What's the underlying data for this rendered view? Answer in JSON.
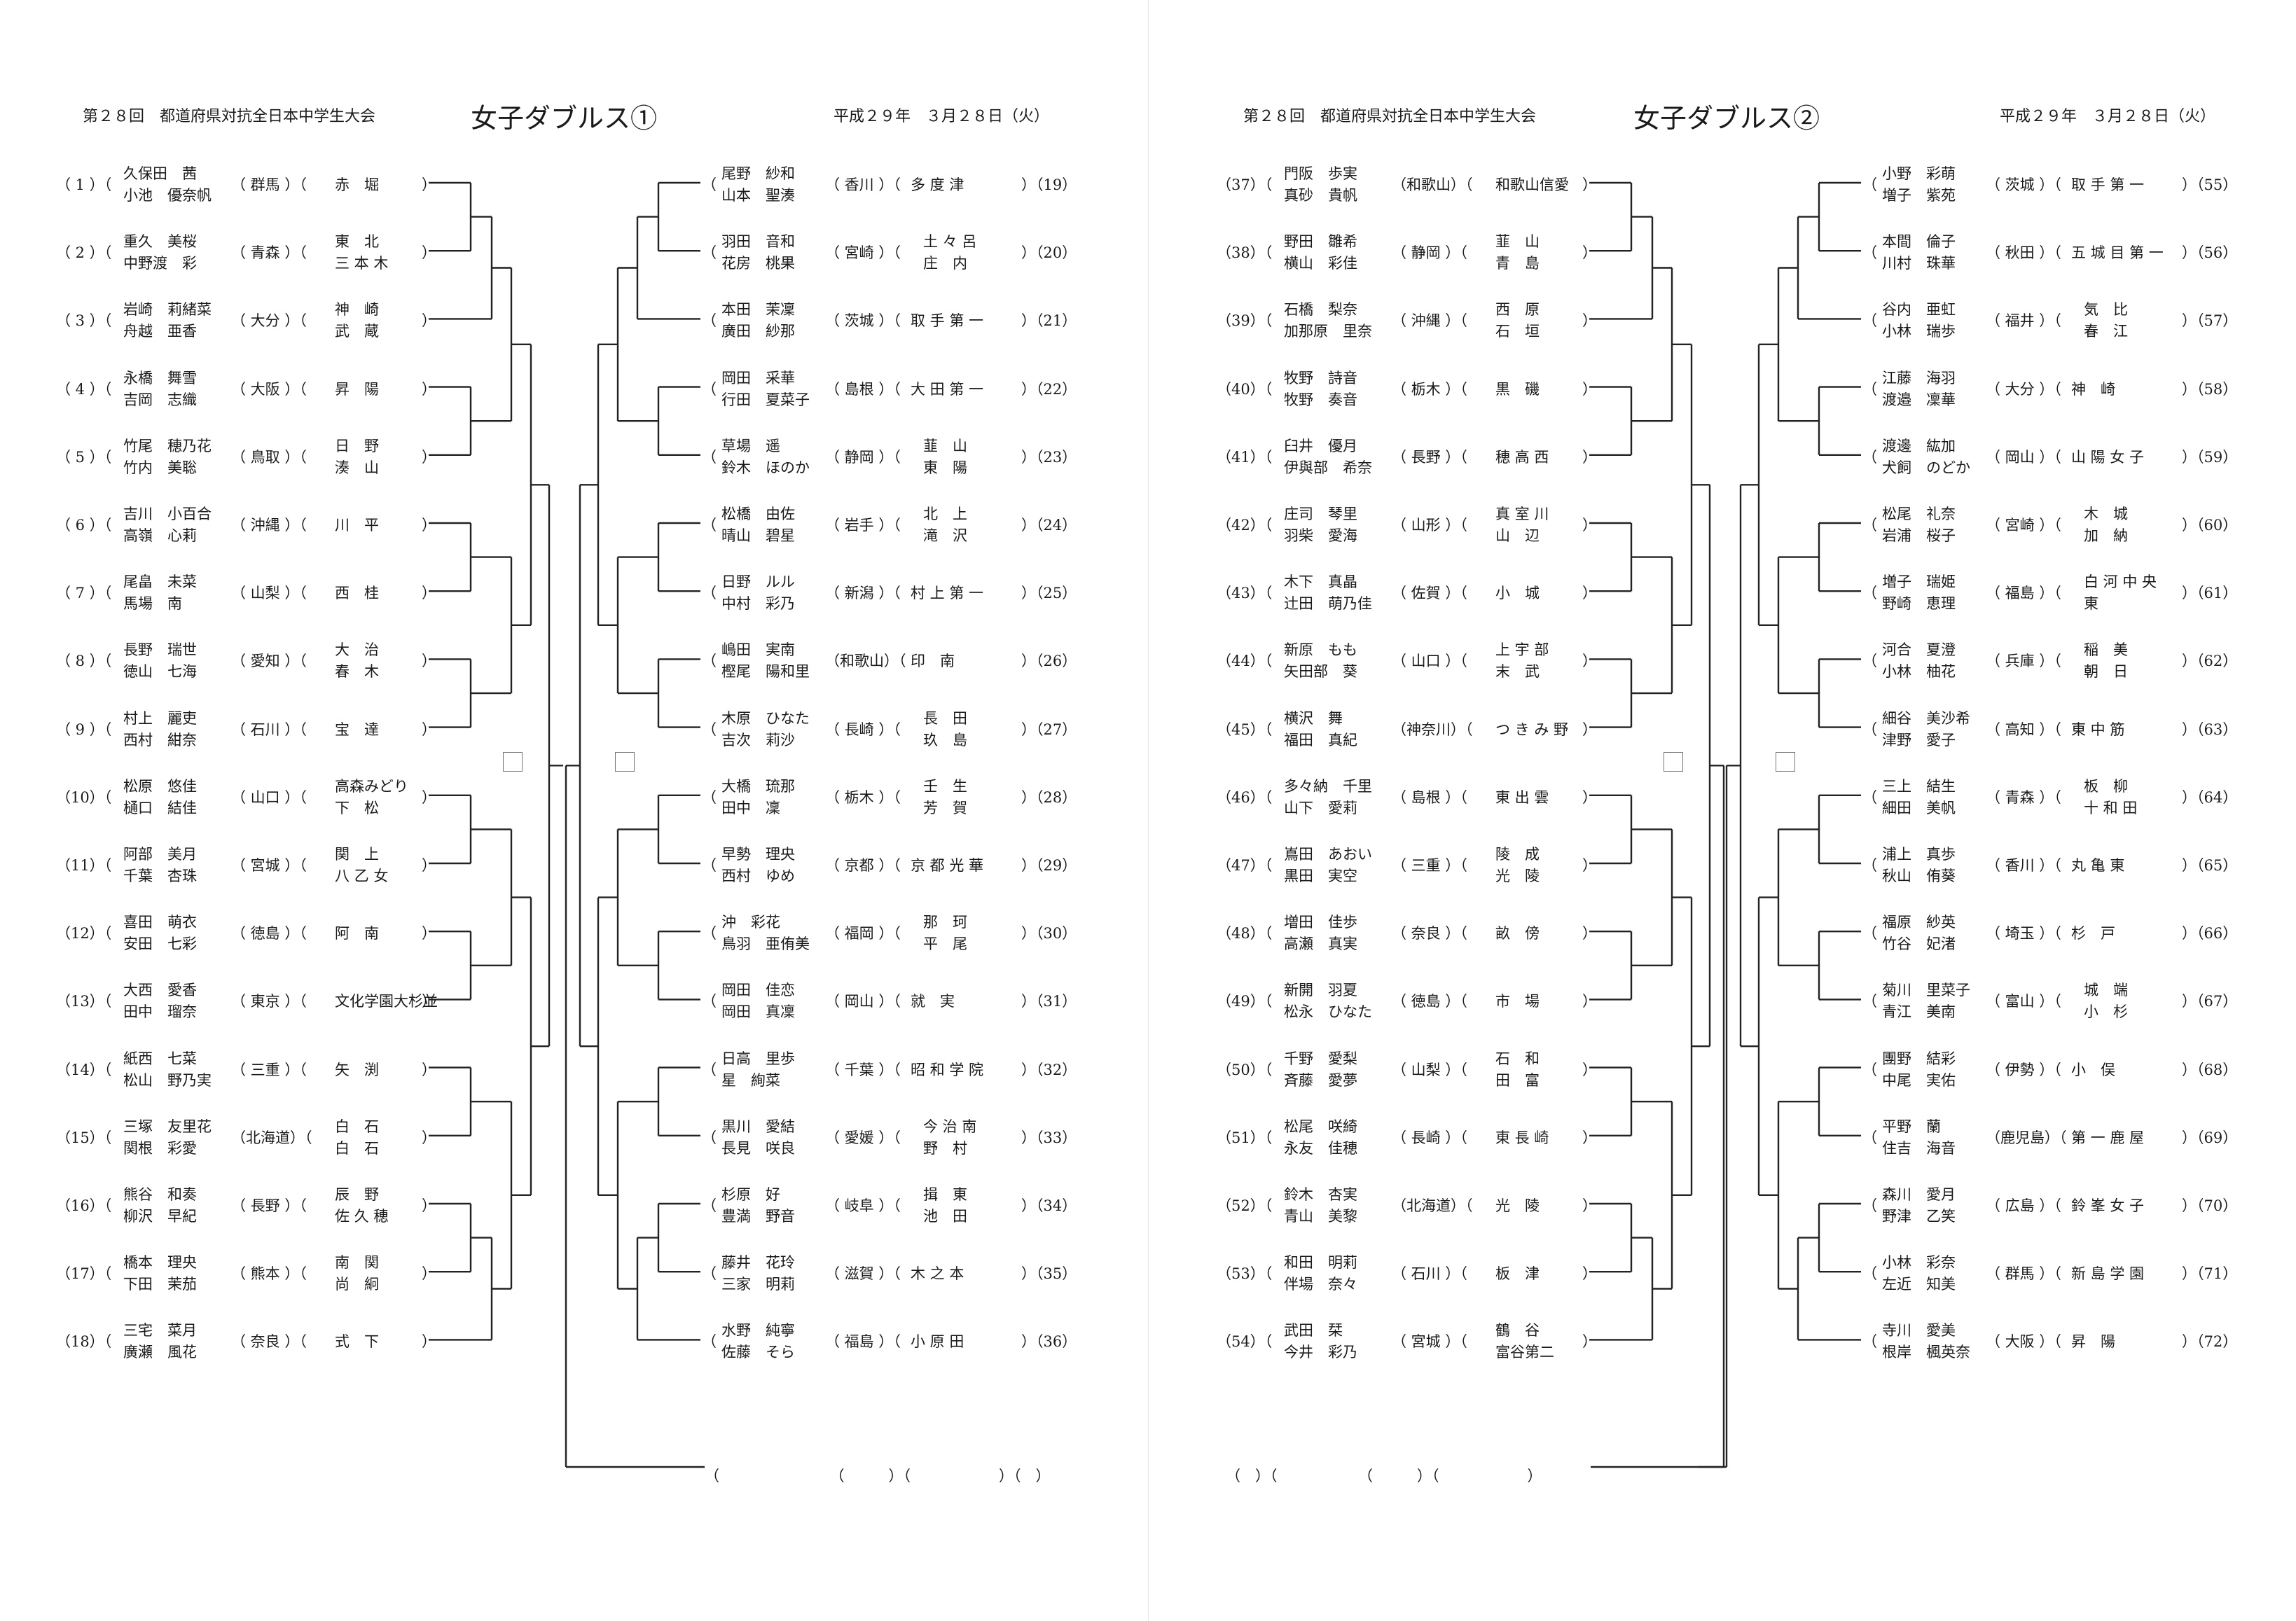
{
  "sheet1": {
    "event": "第２８回　都道府県対抗全日本中学生大会",
    "title": "女子ダブルス①",
    "date": "平成２９年　３月２８日（火）",
    "left": [
      {
        "num": "（ 1 ）（",
        "p1": "久保田　茜",
        "p2": "小池　優奈帆",
        "pref": "（ 群馬 ）（",
        "school": "赤　堀",
        "end": "）"
      },
      {
        "num": "（ 2 ）（",
        "p1": "重久　美桜",
        "p2": "中野渡　彩",
        "pref": "（ 青森 ）（",
        "school": "東　北",
        "school2": "三 本 木",
        "end": "）"
      },
      {
        "num": "（ 3 ）（",
        "p1": "岩崎　莉緒菜",
        "p2": "舟越　亜香",
        "pref": "（ 大分 ）（",
        "school": "神　崎",
        "school2": "武　蔵",
        "end": "）"
      },
      {
        "num": "（ 4 ）（",
        "p1": "永橋　舞雪",
        "p2": "吉岡　志織",
        "pref": "（ 大阪 ）（",
        "school": "昇　陽",
        "end": "）"
      },
      {
        "num": "（ 5 ）（",
        "p1": "竹尾　穂乃花",
        "p2": "竹内　美聡",
        "pref": "（ 鳥取 ）（",
        "school": "日　野",
        "school2": "湊　山",
        "end": "）"
      },
      {
        "num": "（ 6 ）（",
        "p1": "吉川　小百合",
        "p2": "高嶺　心莉",
        "pref": "（ 沖縄 ）（",
        "school": "川　平",
        "end": "）"
      },
      {
        "num": "（ 7 ）（",
        "p1": "尾畠　未菜",
        "p2": "馬場　南",
        "pref": "（ 山梨 ）（",
        "school": "西　桂",
        "end": "）"
      },
      {
        "num": "（ 8 ）（",
        "p1": "長野　瑞世",
        "p2": "徳山　七海",
        "pref": "（ 愛知 ）（",
        "school": "大　治",
        "school2": "春　木",
        "end": "）"
      },
      {
        "num": "（ 9 ）（",
        "p1": "村上　麗吏",
        "p2": "西村　紺奈",
        "pref": "（ 石川 ）（",
        "school": "宝　達",
        "end": "）"
      },
      {
        "num": "（10）（",
        "p1": "松原　悠佳",
        "p2": "樋口　結佳",
        "pref": "（ 山口 ）（",
        "school": "高森みどり",
        "school2": "下　松",
        "end": "）"
      },
      {
        "num": "（11）（",
        "p1": "阿部　美月",
        "p2": "千葉　杏珠",
        "pref": "（ 宮城 ）（",
        "school": "関　上",
        "school2": "八 乙 女",
        "end": "）"
      },
      {
        "num": "（12）（",
        "p1": "喜田　萌衣",
        "p2": "安田　七彩",
        "pref": "（ 徳島 ）（",
        "school": "阿　南",
        "end": "）"
      },
      {
        "num": "（13）（",
        "p1": "大西　愛香",
        "p2": "田中　瑠奈",
        "pref": "（ 東京 ）（",
        "school": "文化学園大杉並",
        "end": "）"
      },
      {
        "num": "（14）（",
        "p1": "紙西　七菜",
        "p2": "松山　野乃実",
        "pref": "（ 三重 ）（",
        "school": "矢　渕",
        "end": "）"
      },
      {
        "num": "（15）（",
        "p1": "三塚　友里花",
        "p2": "関根　彩愛",
        "pref": "（北海道）（",
        "school": "白　石",
        "school2": "白　石",
        "end": "）"
      },
      {
        "num": "（16）（",
        "p1": "熊谷　和奏",
        "p2": "柳沢　早紀",
        "pref": "（ 長野 ）（",
        "school": "辰　野",
        "school2": "佐 久 穂",
        "end": "）"
      },
      {
        "num": "（17）（",
        "p1": "橋本　理央",
        "p2": "下田　茉茄",
        "pref": "（ 熊本 ）（",
        "school": "南　関",
        "school2": "尚　絅",
        "end": "）"
      },
      {
        "num": "（18）（",
        "p1": "三宅　菜月",
        "p2": "廣瀬　風花",
        "pref": "（ 奈良 ）（",
        "school": "式　下",
        "end": "）"
      }
    ],
    "right": [
      {
        "p1": "尾野　紗和",
        "p2": "山本　聖湊",
        "pref": "（ 香川 ）（",
        "school": "多 度 津",
        "num": "）（19）"
      },
      {
        "p1": "羽田　音和",
        "p2": "花房　桃果",
        "pref": "（ 宮崎 ）（",
        "school": "土 々 呂",
        "school2": "庄　内",
        "num": "）（20）"
      },
      {
        "p1": "本田　茉凜",
        "p2": "廣田　紗那",
        "pref": "（ 茨城 ）（",
        "school": "取 手 第 一",
        "num": "）（21）"
      },
      {
        "p1": "岡田　采華",
        "p2": "行田　夏菜子",
        "pref": "（ 島根 ）（",
        "school": "大 田 第 一",
        "num": "）（22）"
      },
      {
        "p1": "草場　遥",
        "p2": "鈴木　ほのか",
        "pref": "（ 静岡 ）（",
        "school": "韮　山",
        "school2": "東　陽",
        "num": "）（23）"
      },
      {
        "p1": "松橋　由佐",
        "p2": "晴山　碧星",
        "pref": "（ 岩手 ）（",
        "school": "北　上",
        "school2": "滝　沢",
        "num": "）（24）"
      },
      {
        "p1": "日野　ルル",
        "p2": "中村　彩乃",
        "pref": "（ 新潟 ）（",
        "school": "村 上 第 一",
        "num": "）（25）"
      },
      {
        "p1": "嶋田　実南",
        "p2": "樫尾　陽和里",
        "pref": "（和歌山）（",
        "school": "印　南",
        "num": "）（26）"
      },
      {
        "p1": "木原　ひなた",
        "p2": "吉次　莉沙",
        "pref": "（ 長崎 ）（",
        "school": "長　田",
        "school2": "玖　島",
        "num": "）（27）"
      },
      {
        "p1": "大橋　琉那",
        "p2": "田中　凜",
        "pref": "（ 栃木 ）（",
        "school": "壬　生",
        "school2": "芳　賀",
        "num": "）（28）"
      },
      {
        "p1": "早勢　理央",
        "p2": "西村　ゆめ",
        "pref": "（ 京都 ）（",
        "school": "京 都 光 華",
        "num": "）（29）"
      },
      {
        "p1": "沖　彩花",
        "p2": "鳥羽　亜侑美",
        "pref": "（ 福岡 ）（",
        "school": "那　珂",
        "school2": "平　尾",
        "num": "）（30）"
      },
      {
        "p1": "岡田　佳恋",
        "p2": "岡田　真凜",
        "pref": "（ 岡山 ）（",
        "school": "就　実",
        "num": "）（31）"
      },
      {
        "p1": "日高　里歩",
        "p2": "星　絢菜",
        "pref": "（ 千葉 ）（",
        "school": "昭 和 学 院",
        "num": "）（32）"
      },
      {
        "p1": "黒川　愛結",
        "p2": "長見　咲良",
        "pref": "（ 愛媛 ）（",
        "school": "今 治 南",
        "school2": "野　村",
        "num": "）（33）"
      },
      {
        "p1": "杉原　好",
        "p2": "豊満　野音",
        "pref": "（ 岐阜 ）（",
        "school": "揖　東",
        "school2": "池　田",
        "num": "）（34）"
      },
      {
        "p1": "藤井　花玲",
        "p2": "三家　明莉",
        "pref": "（ 滋賀 ）（",
        "school": "木 之 本",
        "num": "）（35）"
      },
      {
        "p1": "水野　純寧",
        "p2": "佐藤　そら",
        "pref": "（ 福島 ）（",
        "school": "小 原 田",
        "num": "）（36）"
      }
    ],
    "final_blank": "（　　　　　　　　（　　　）（　　　　　　）（　）"
  },
  "sheet2": {
    "event": "第２８回　都道府県対抗全日本中学生大会",
    "title": "女子ダブルス②",
    "date": "平成２９年　３月２８日（火）",
    "left": [
      {
        "num": "（37）（",
        "p1": "門阪　歩実",
        "p2": "真砂　貴帆",
        "pref": "（和歌山）（",
        "school": "和歌山信愛",
        "end": "）"
      },
      {
        "num": "（38）（",
        "p1": "野田　雛希",
        "p2": "横山　彩佳",
        "pref": "（ 静岡 ）（",
        "school": "韮　山",
        "school2": "青　島",
        "end": "）"
      },
      {
        "num": "（39）（",
        "p1": "石橋　梨奈",
        "p2": "加那原　里奈",
        "pref": "（ 沖縄 ）（",
        "school": "西　原",
        "school2": "石　垣",
        "end": "）"
      },
      {
        "num": "（40）（",
        "p1": "牧野　詩音",
        "p2": "牧野　奏音",
        "pref": "（ 栃木 ）（",
        "school": "黒　磯",
        "end": "）"
      },
      {
        "num": "（41）（",
        "p1": "臼井　優月",
        "p2": "伊與部　希奈",
        "pref": "（ 長野 ）（",
        "school": "穂 高 西",
        "end": "）"
      },
      {
        "num": "（42）（",
        "p1": "庄司　琴里",
        "p2": "羽柴　愛海",
        "pref": "（ 山形 ）（",
        "school": "真 室 川",
        "school2": "山　辺",
        "end": "）"
      },
      {
        "num": "（43）（",
        "p1": "木下　真晶",
        "p2": "辻田　萌乃佳",
        "pref": "（ 佐賀 ）（",
        "school": "小　城",
        "end": "）"
      },
      {
        "num": "（44）（",
        "p1": "新原　もも",
        "p2": "矢田部　葵",
        "pref": "（ 山口 ）（",
        "school": "上 宇 部",
        "school2": "末　武",
        "end": "）"
      },
      {
        "num": "（45）（",
        "p1": "横沢　舞",
        "p2": "福田　真紀",
        "pref": "（神奈川）（",
        "school": "つ き み 野",
        "end": "）"
      },
      {
        "num": "（46）（",
        "p1": "多々納　千里",
        "p2": "山下　愛莉",
        "pref": "（ 島根 ）（",
        "school": "東 出 雲",
        "end": "）"
      },
      {
        "num": "（47）（",
        "p1": "嶌田　あおい",
        "p2": "黒田　実空",
        "pref": "（ 三重 ）（",
        "school": "陵　成",
        "school2": "光　陵",
        "end": "）"
      },
      {
        "num": "（48）（",
        "p1": "増田　佳歩",
        "p2": "高瀬　真実",
        "pref": "（ 奈良 ）（",
        "school": "畝　傍",
        "end": "）"
      },
      {
        "num": "（49）（",
        "p1": "新開　羽夏",
        "p2": "松永　ひなた",
        "pref": "（ 徳島 ）（",
        "school": "市　場",
        "end": "）"
      },
      {
        "num": "（50）（",
        "p1": "千野　愛梨",
        "p2": "斉藤　愛夢",
        "pref": "（ 山梨 ）（",
        "school": "石　和",
        "school2": "田　富",
        "end": "）"
      },
      {
        "num": "（51）（",
        "p1": "松尾　咲綺",
        "p2": "永友　佳穂",
        "pref": "（ 長崎 ）（",
        "school": "東 長 崎",
        "end": "）"
      },
      {
        "num": "（52）（",
        "p1": "鈴木　杏実",
        "p2": "青山　美黎",
        "pref": "（北海道）（",
        "school": "光　陵",
        "end": "）"
      },
      {
        "num": "（53）（",
        "p1": "和田　明莉",
        "p2": "伴場　奈々",
        "pref": "（ 石川 ）（",
        "school": "板　津",
        "end": "）"
      },
      {
        "num": "（54）（",
        "p1": "武田　栞",
        "p2": "今井　彩乃",
        "pref": "（ 宮城 ）（",
        "school": "鶴　谷",
        "school2": "富谷第二",
        "end": "）"
      }
    ],
    "right": [
      {
        "p1": "小野　彩萌",
        "p2": "増子　紫苑",
        "pref": "（ 茨城 ）（",
        "school": "取 手 第 一",
        "num": "）（55）"
      },
      {
        "p1": "本間　倫子",
        "p2": "川村　珠華",
        "pref": "（ 秋田 ）（",
        "school": "五 城 目 第 一",
        "num": "）（56）"
      },
      {
        "p1": "谷内　亜虹",
        "p2": "小林　瑞歩",
        "pref": "（ 福井 ）（",
        "school": "気　比",
        "school2": "春　江",
        "num": "）（57）"
      },
      {
        "p1": "江藤　海羽",
        "p2": "渡邉　凜華",
        "pref": "（ 大分 ）（",
        "school": "神　崎",
        "num": "）（58）"
      },
      {
        "p1": "渡邊　紘加",
        "p2": "犬飼　のどか",
        "pref": "（ 岡山 ）（",
        "school": "山 陽 女 子",
        "num": "）（59）"
      },
      {
        "p1": "松尾　礼奈",
        "p2": "岩浦　桜子",
        "pref": "（ 宮崎 ）（",
        "school": "木　城",
        "school2": "加　納",
        "num": "）（60）"
      },
      {
        "p1": "増子　瑞姫",
        "p2": "野崎　恵理",
        "pref": "（ 福島 ）（",
        "school": "白 河 中 央",
        "school2": "東",
        "num": "）（61）"
      },
      {
        "p1": "河合　夏澄",
        "p2": "小林　柚花",
        "pref": "（ 兵庫 ）（",
        "school": "稲　美",
        "school2": "朝　日",
        "num": "）（62）"
      },
      {
        "p1": "細谷　美沙希",
        "p2": "津野　愛子",
        "pref": "（ 高知 ）（",
        "school": "東 中 筋",
        "num": "）（63）"
      },
      {
        "p1": "三上　結生",
        "p2": "細田　美帆",
        "pref": "（ 青森 ）（",
        "school": "板　柳",
        "school2": "十 和 田",
        "num": "）（64）"
      },
      {
        "p1": "浦上　真歩",
        "p2": "秋山　侑葵",
        "pref": "（ 香川 ）（",
        "school": "丸 亀 東",
        "num": "）（65）"
      },
      {
        "p1": "福原　紗英",
        "p2": "竹谷　妃渚",
        "pref": "（ 埼玉 ）（",
        "school": "杉　戸",
        "num": "）（66）"
      },
      {
        "p1": "菊川　里菜子",
        "p2": "青江　美南",
        "pref": "（ 富山 ）（",
        "school": "城　端",
        "school2": "小　杉",
        "num": "）（67）"
      },
      {
        "p1": "團野　結彩",
        "p2": "中尾　実佑",
        "pref": "（ 伊勢 ）（",
        "school": "小　俣",
        "num": "）（68）"
      },
      {
        "p1": "平野　蘭",
        "p2": "住吉　海音",
        "pref": "（鹿児島）（",
        "school": "第 一 鹿 屋",
        "num": "）（69）"
      },
      {
        "p1": "森川　愛月",
        "p2": "野津　乙笑",
        "pref": "（ 広島 ）（",
        "school": "鈴 峯 女 子",
        "num": "）（70）"
      },
      {
        "p1": "小林　彩奈",
        "p2": "左近　知美",
        "pref": "（ 群馬 ）（",
        "school": "新 島 学 園",
        "num": "）（71）"
      },
      {
        "p1": "寺川　愛美",
        "p2": "根岸　楓英奈",
        "pref": "（ 大阪 ）（",
        "school": "昇　陽",
        "num": "）（72）"
      }
    ],
    "final_blank": "（　）（　　　　　　（　　　）（　　　　　　）"
  }
}
